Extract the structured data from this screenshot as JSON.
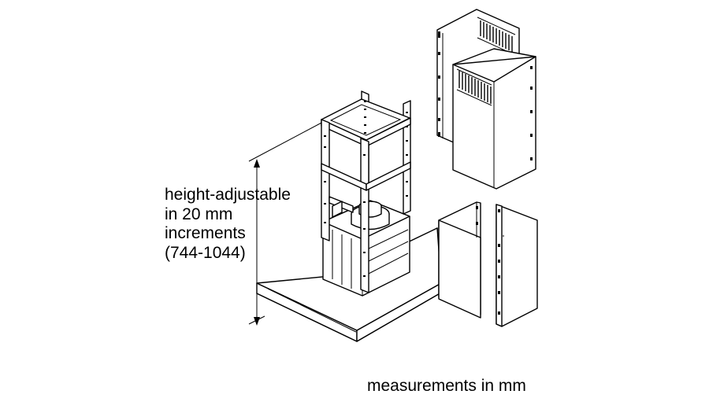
{
  "label": {
    "line1": "height-adjustable",
    "line2": "in 20 mm",
    "line3": "increments",
    "line4": "(744-1044)"
  },
  "caption": "measurements in mm"
}
